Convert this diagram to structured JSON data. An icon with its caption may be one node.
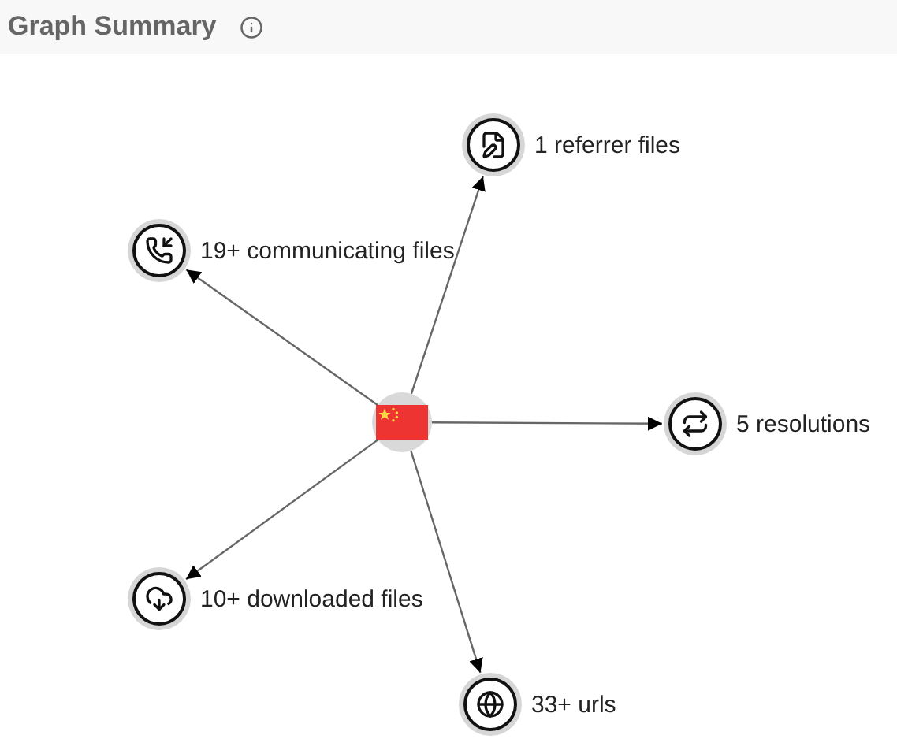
{
  "diagram": {
    "title": "Graph Summary",
    "nodes": [
      {
        "text": [],
        "shape": "picture"
      },
      {
        "text": [
          "1 referrer files"
        ]
      },
      {
        "text": [
          "19+ communicating files"
        ]
      },
      {
        "text": [
          "5 resolutions"
        ]
      },
      {
        "text": [
          "10+ downloaded files"
        ]
      },
      {
        "text": [
          "33+ urls"
        ]
      }
    ],
    "edges": [
      {
        "from": 0,
        "to": 1,
        "arrow": "to"
      },
      {
        "from": 0,
        "to": 2,
        "arrow": "to"
      },
      {
        "from": 0,
        "to": 3,
        "arrow": "to"
      },
      {
        "from": 0,
        "to": 4,
        "arrow": "to"
      },
      {
        "from": 0,
        "to": 5,
        "arrow": "to"
      }
    ]
  }
}
